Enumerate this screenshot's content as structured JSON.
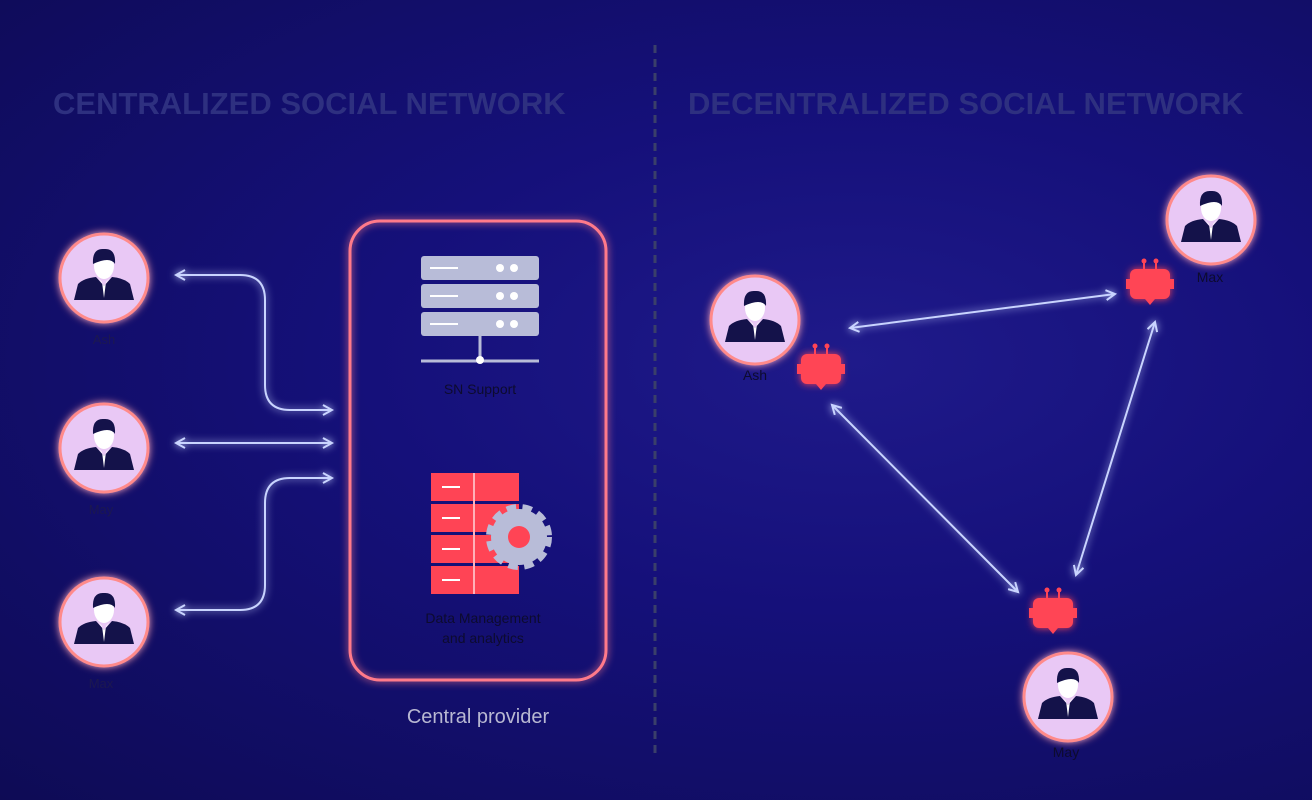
{
  "left": {
    "title": "CENTRALIZED SOCIAL NETWORK",
    "users": [
      "Ash",
      "May",
      "Max"
    ],
    "provider": {
      "support_label": "SN Support",
      "data_label_line1": "Data Management",
      "data_label_line2": "and analytics",
      "caption": "Central provider"
    }
  },
  "right": {
    "title": "DECENTRALIZED SOCIAL NETWORK",
    "users": [
      "Ash",
      "Max",
      "May"
    ]
  },
  "colors": {
    "accent": "#ff6b7d",
    "arrow": "#c9d4ff",
    "avatar": "#e9c8f5"
  }
}
